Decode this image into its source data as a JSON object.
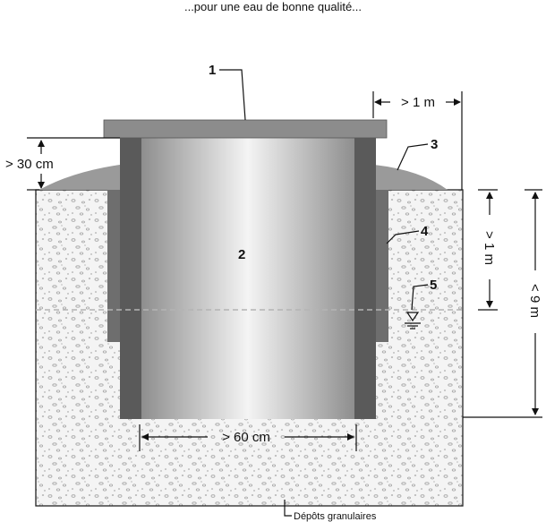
{
  "header_text": "...pour une eau de bonne qualité...",
  "labels": {
    "cover": "1",
    "casing": "2",
    "mound": "3",
    "seal": "4",
    "water_table": "5"
  },
  "dimensions": {
    "cover_overhang": "> 1 m",
    "height_above_ground": "> 30 cm",
    "seal_depth": "> 1 m",
    "total_depth": "< 9 m",
    "diameter": "> 60 cm"
  },
  "caption": "Dépôts granulaires",
  "colors": {
    "casing_wall": "#5a5a5a",
    "cover": "#8c8c8c",
    "seal": "#6e6e6e",
    "mound": "#9a9a9a",
    "soil_dots": "#9b9b9b"
  }
}
